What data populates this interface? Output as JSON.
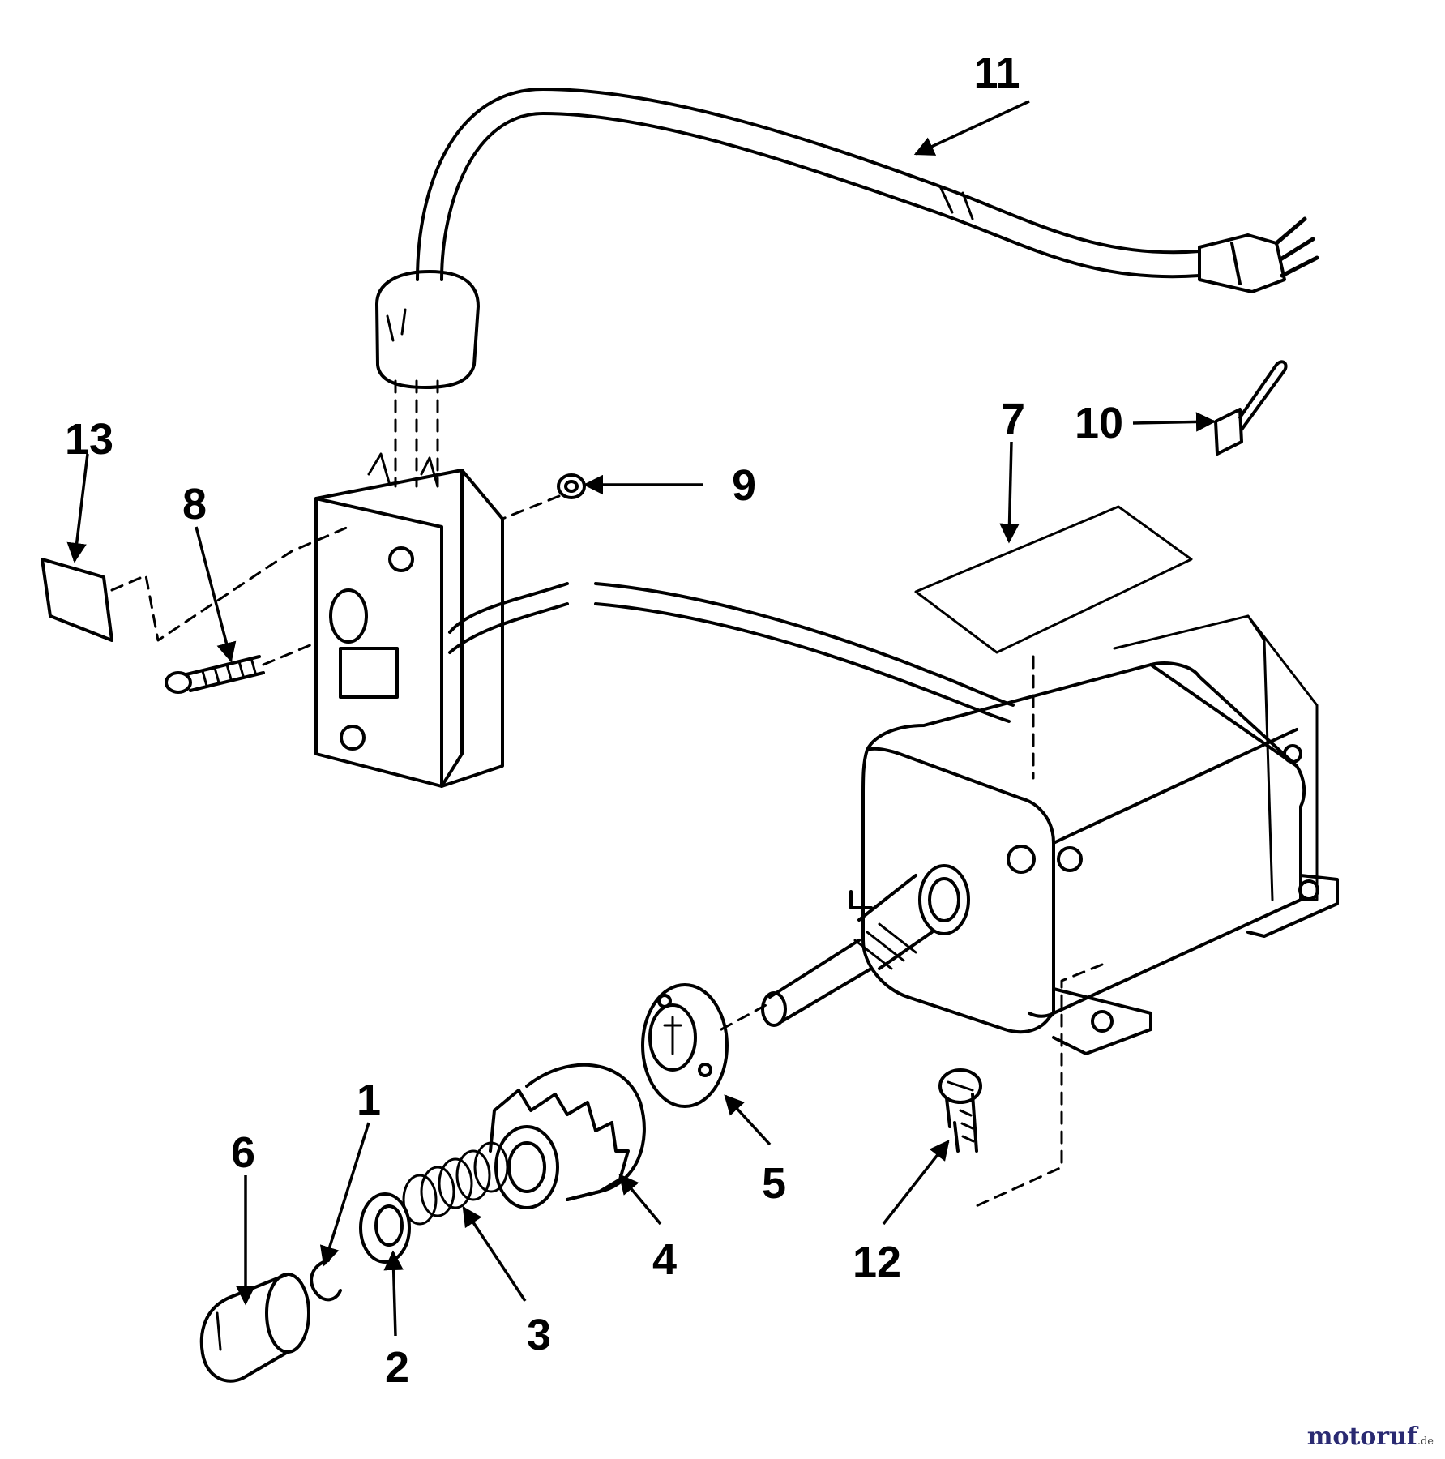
{
  "diagram": {
    "callouts": [
      {
        "id": "1",
        "label": "1"
      },
      {
        "id": "2",
        "label": "2"
      },
      {
        "id": "3",
        "label": "3"
      },
      {
        "id": "4",
        "label": "4"
      },
      {
        "id": "5",
        "label": "5"
      },
      {
        "id": "6",
        "label": "6"
      },
      {
        "id": "7",
        "label": "7"
      },
      {
        "id": "8",
        "label": "8"
      },
      {
        "id": "9",
        "label": "9"
      },
      {
        "id": "10",
        "label": "10"
      },
      {
        "id": "11",
        "label": "11"
      },
      {
        "id": "12",
        "label": "12"
      },
      {
        "id": "13",
        "label": "13"
      }
    ],
    "colors": {
      "ink": "#000000",
      "paper": "#ffffff"
    }
  },
  "watermark": {
    "brand": "motoruf",
    "domain": ".de"
  }
}
